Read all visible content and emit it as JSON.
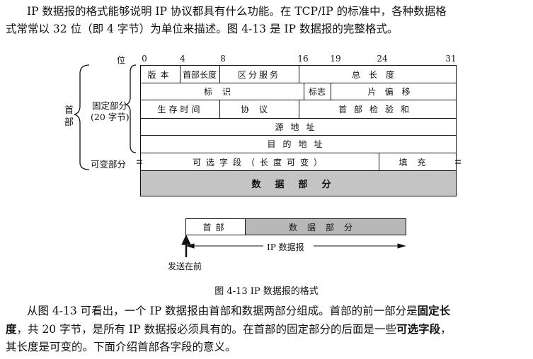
{
  "intro_paragraph": {
    "line1": "IP 数据报的格式能够说明 IP 协议都具有什么功能。在 TCP/IP 的标准中，各种数据格",
    "line2": "式常常以 32 位（即 4 字节）为单位来描述。图 4-13 是 IP 数据报的完整格式。"
  },
  "figure": {
    "bit_label": "位",
    "bit_positions": [
      "0",
      "4",
      "8",
      "16",
      "19",
      "24",
      "31"
    ],
    "side_labels": {
      "header": "首部",
      "fixed_part": "固定部分",
      "fixed_size": "(20 字节)",
      "variable_part": "可变部分"
    },
    "rows": {
      "row1": {
        "version": "版本",
        "header_length": "首部长度",
        "service": "区分服务",
        "total_length": "总长度"
      },
      "row2": {
        "identification": "标识",
        "flags": "标志",
        "fragment_offset": "片偏移"
      },
      "row3": {
        "ttl": "生存时间",
        "protocol": "协议",
        "checksum": "首部检验和"
      },
      "row4": {
        "source_address": "源地址"
      },
      "row5": {
        "destination_address": "目的地址"
      },
      "row6": {
        "options": "可选字段（长度可变）",
        "padding": "填充"
      }
    },
    "data_part": "数据部分",
    "datagram": {
      "header": "首部",
      "data": "数据部分",
      "span_label": "IP 数据报",
      "send_first": "发送在前"
    },
    "caption": "图 4-13   IP 数据报的格式"
  },
  "summary_paragraph": {
    "text_a": "从图 4-13 可看出，一个 IP 数据报由首部和数据两部分组成。首部的前一部分是",
    "bold_a": "固定长",
    "bold_b": "度",
    "text_b": "，共 20 字节，是所有 IP 数据报必须具有的。在首部的固定部分的后面是一些",
    "bold_c": "可选字段",
    "text_c": "，",
    "line3": "其长度是可变的。下面介绍首部各字段的意义。"
  }
}
